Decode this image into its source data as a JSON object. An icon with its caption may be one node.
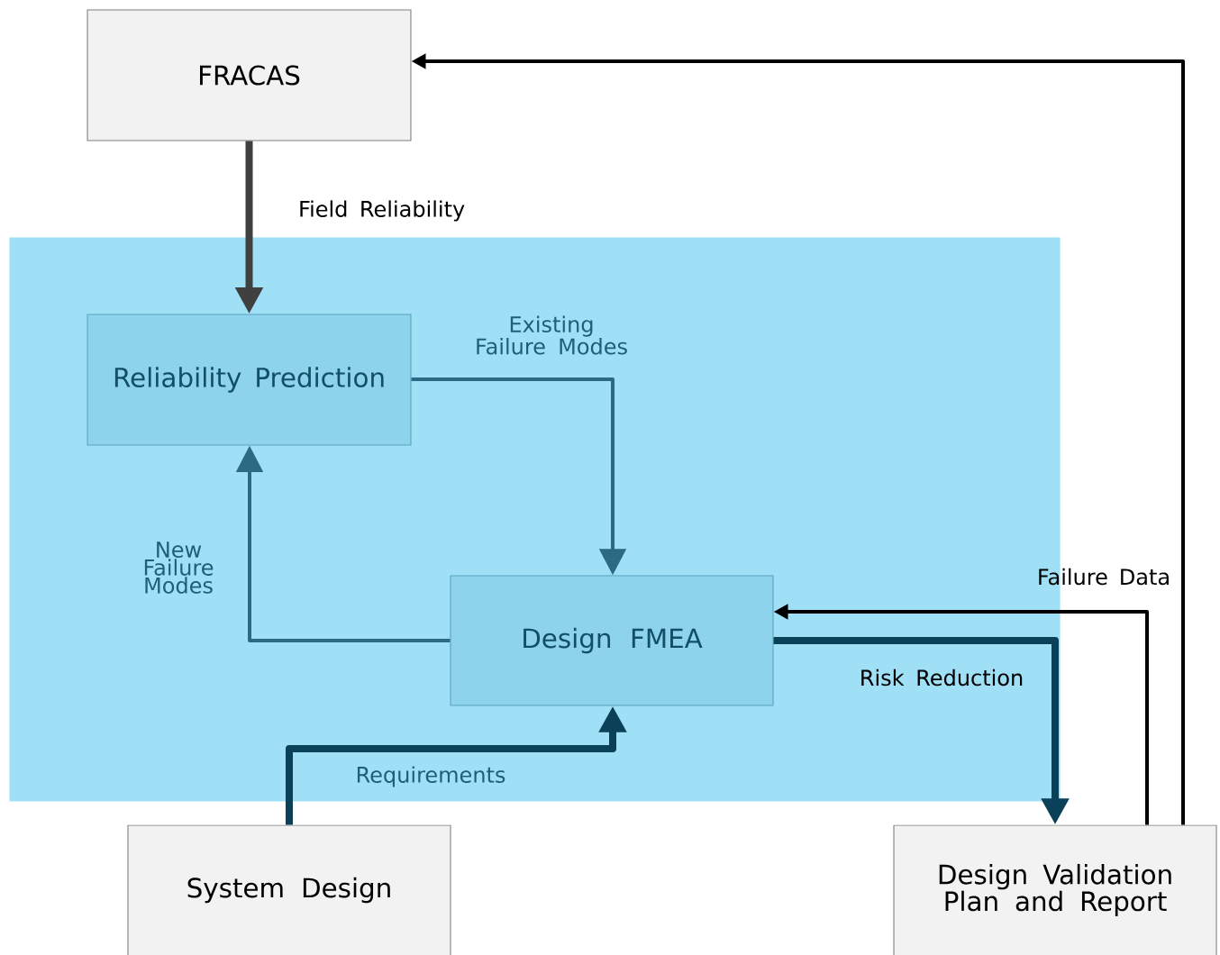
{
  "diagram": {
    "nodes": [
      {
        "text": [
          "FRACAS"
        ]
      },
      {
        "text": [],
        "shape": "box"
      },
      {
        "text": [
          "Reliability Prediction"
        ],
        "in": 1
      },
      {
        "text": [
          "Design FMEA"
        ],
        "in": 1
      },
      {
        "text": [
          "System Design"
        ]
      },
      {
        "text": [
          "Design Validation Plan and Report"
        ]
      }
    ],
    "edges": [
      {
        "from": 0,
        "to": 2,
        "arrow": "to",
        "label": "Field Reliability",
        "style": "thick",
        "color": "#404040"
      },
      {
        "from": 2,
        "to": 3,
        "arrow": "to",
        "label": "Existing Failure Modes",
        "color": "#2b6a82"
      },
      {
        "from": 3,
        "to": 2,
        "arrow": "to",
        "label": "New Failure Modes",
        "color": "#2b6a82"
      },
      {
        "from": 4,
        "to": 3,
        "arrow": "to",
        "label": "Requirements",
        "style": "thick",
        "color": "#0b4158"
      },
      {
        "from": 3,
        "to": 5,
        "arrow": "to",
        "label": "Risk Reduction",
        "style": "thick",
        "color": "#0b4158"
      },
      {
        "from": 5,
        "to": 3,
        "arrow": "to",
        "label": "Failure Data",
        "color": "#000000"
      },
      {
        "from": 5,
        "to": 0,
        "arrow": "to",
        "color": "#000000"
      }
    ]
  }
}
